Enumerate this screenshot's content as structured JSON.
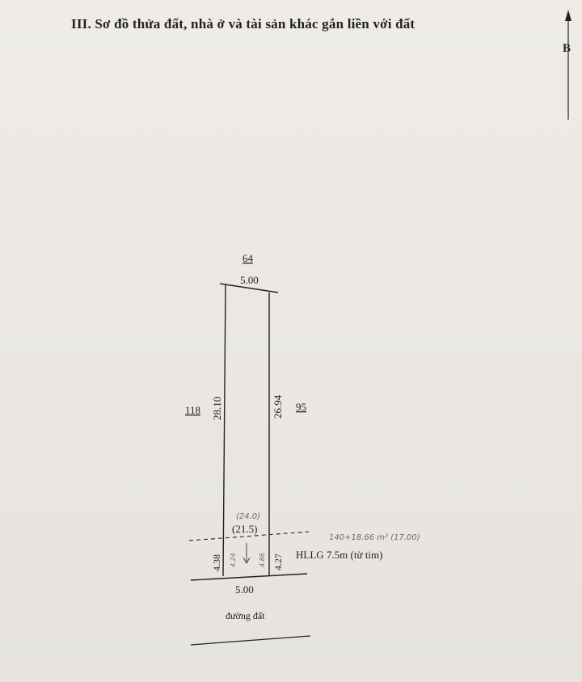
{
  "document": {
    "title": "III. Sơ đồ thửa đất, nhà ở và tài sản khác gắn liền với đất"
  },
  "north_arrow": {
    "label": "B"
  },
  "plot": {
    "top_neighbor": "64",
    "top_width": "5.00",
    "left_neighbor": "118",
    "left_length": "28.10",
    "right_neighbor": "95",
    "right_length": "26.94",
    "area_printed": "(21.5)",
    "area_handwritten": "(24.0)",
    "lower_left_length": "4.38",
    "lower_right_length": "4.27",
    "lower_left_handwritten": "4.24",
    "lower_right_handwritten": "4.86",
    "setback_label": "HLLG 7.5m (từ tim)",
    "handwritten_note": "140+18.66 m² (17.00)",
    "bottom_width": "5.00",
    "road_label": "đường đất"
  }
}
